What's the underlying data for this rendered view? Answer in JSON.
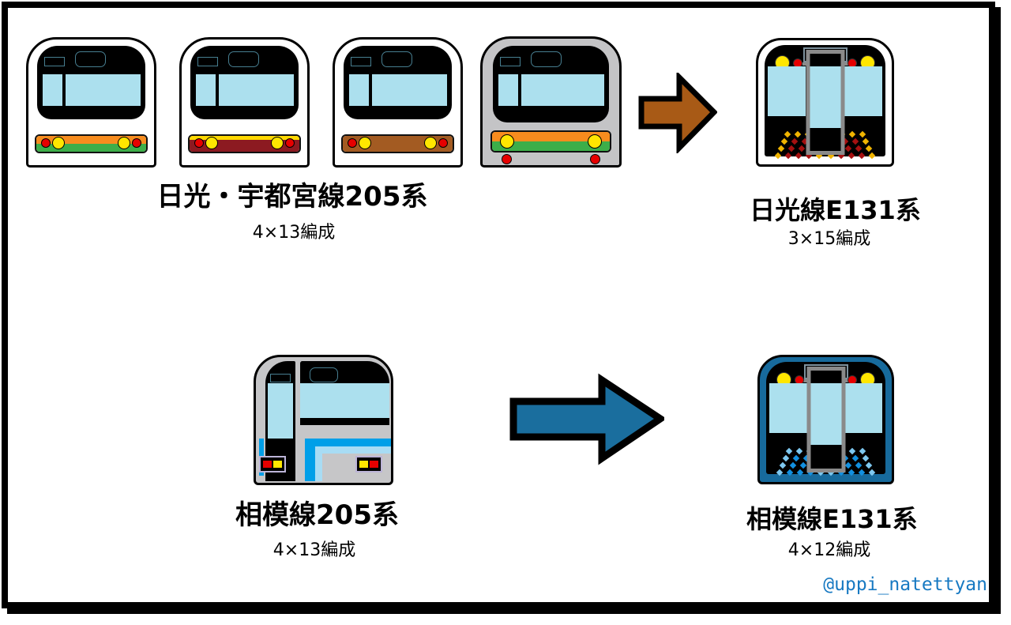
{
  "labels": {
    "nikko_205": {
      "title": "日光・宇都宮線205系",
      "formation": "4×13編成"
    },
    "nikko_e131": {
      "title": "日光線E131系",
      "formation": "3×15編成"
    },
    "sagami_205": {
      "title": "相模線205系",
      "formation": "4×13編成"
    },
    "sagami_e131": {
      "title": "相模線E131系",
      "formation": "4×12編成"
    },
    "credit": "@uppi_natettyan"
  },
  "colors": {
    "credit_text": "#1779C2",
    "window_blue": "#ACE0EE",
    "arrow_top_brown": "#A85A16",
    "arrow_bottom_blue": "#1A6E9E",
    "stripe_orange": "#F78C1E",
    "stripe_green": "#3DAE49",
    "stripe_gold": "#FFD800",
    "stripe_maroon": "#8C1A21",
    "stripe_brown": "#A35B22",
    "gray_body": "#C4C4C6",
    "sagami_stripe_blue": "#009FE8",
    "sagami_stripe_lightblue": "#A8DCF4",
    "e131_sagami_body": "#176A9C",
    "headlight_yellow": "#FFE600",
    "taillight_red": "#E60000",
    "dots_nikko": {
      "edge": "#F0B400",
      "fill": "#A51010"
    },
    "dots_sagami": {
      "edge": "#7EC8F0",
      "fill": "#1290E0"
    }
  }
}
